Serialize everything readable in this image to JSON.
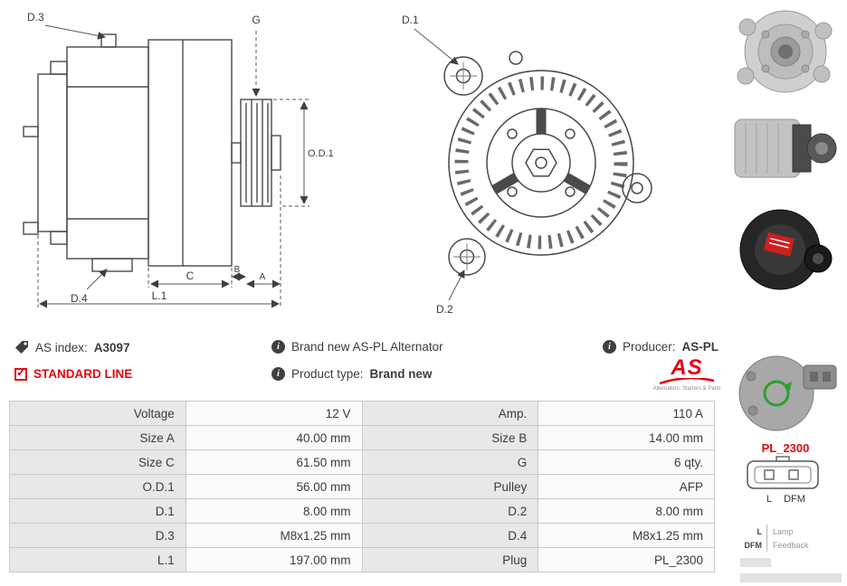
{
  "product": {
    "as_index_label": "AS index:",
    "as_index_value": "A3097",
    "line_label": "STANDARD LINE",
    "description": "Brand new AS-PL Alternator",
    "product_type_label": "Product type:",
    "product_type_value": "Brand new",
    "producer_label": "Producer:",
    "producer_value": "AS-PL"
  },
  "logo": {
    "text": "AS",
    "subtext": "Alternators, Starters & Parts"
  },
  "side_view": {
    "labels": {
      "d3": "D.3",
      "g": "G",
      "od1": "O.D.1",
      "d4": "D.4",
      "c": "C",
      "b": "B",
      "a": "A",
      "l1": "L.1"
    }
  },
  "front_view": {
    "labels": {
      "d1": "D.1",
      "d2": "D.2"
    }
  },
  "plug": {
    "name": "PL_2300",
    "pin_left": "L",
    "pin_right": "DFM",
    "legend": [
      {
        "key": "L",
        "desc": "Lamp"
      },
      {
        "key": "DFM",
        "desc": "Feedback"
      }
    ]
  },
  "spec_table": {
    "rows": [
      {
        "l1": "Voltage",
        "v1": "12 V",
        "l2": "Amp.",
        "v2": "110 A"
      },
      {
        "l1": "Size A",
        "v1": "40.00 mm",
        "l2": "Size B",
        "v2": "14.00 mm"
      },
      {
        "l1": "Size C",
        "v1": "61.50 mm",
        "l2": "G",
        "v2": "6 qty."
      },
      {
        "l1": "O.D.1",
        "v1": "56.00 mm",
        "l2": "Pulley",
        "v2": "AFP"
      },
      {
        "l1": "D.1",
        "v1": "8.00 mm",
        "l2": "D.2",
        "v2": "8.00 mm"
      },
      {
        "l1": "D.3",
        "v1": "M8x1.25 mm",
        "l2": "D.4",
        "v2": "M8x1.25 mm"
      },
      {
        "l1": "L.1",
        "v1": "197.00 mm",
        "l2": "Plug",
        "v2": "PL_2300"
      }
    ]
  },
  "colors": {
    "brand_red": "#e30613",
    "label_cell_bg": "#e8e8e8",
    "value_cell_bg": "#fbfbfb",
    "table_border": "#c9c9c9"
  }
}
